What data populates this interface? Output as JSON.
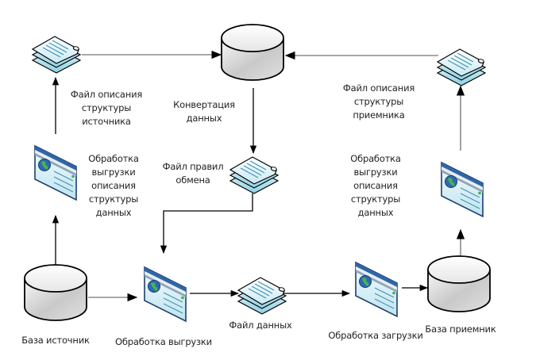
{
  "diagram": {
    "title": "Обмен данными между базами",
    "colors": {
      "line_dark": "#000000",
      "line_gray": "#8c8c8c",
      "doc_fill": "#dff2f8",
      "doc_layer": "#a9dcec",
      "window_frame": "#2f66a8",
      "cylinder_top": "#f2f2f2",
      "cylinder_side": "#bdbdbd"
    },
    "nodes": {
      "source_db": {
        "type": "database-icon",
        "label": [
          "База источник"
        ]
      },
      "conversion_db": {
        "type": "database-icon",
        "label": []
      },
      "target_db": {
        "type": "database-icon",
        "label": [
          "База приемник"
        ]
      },
      "source_structure_file": {
        "type": "document-stack-icon",
        "label": [
          "Файл описания",
          "структуры",
          "источника"
        ]
      },
      "target_structure_file": {
        "type": "document-stack-icon",
        "label": [
          "Файл описания",
          "структуры",
          "приемника"
        ]
      },
      "exchange_rules_file": {
        "type": "document-stack-icon",
        "label": [
          "Файл правил",
          "обмена"
        ]
      },
      "data_file": {
        "type": "document-stack-icon",
        "label": [
          "Файл данных"
        ]
      },
      "source_structure_export": {
        "type": "web-form-icon",
        "label": [
          "Обработка",
          "выгрузки",
          "описания",
          "структуры",
          "данных"
        ]
      },
      "target_structure_export": {
        "type": "web-form-icon",
        "label": [
          "Обработка",
          "выгрузки",
          "описания",
          "структуры",
          "данных"
        ]
      },
      "export_processing": {
        "type": "web-form-icon",
        "label": [
          "Обработка выгрузки"
        ]
      },
      "import_processing": {
        "type": "web-form-icon",
        "label": [
          "Обработка загрузки"
        ]
      }
    },
    "conversion_label": [
      "Конвертация",
      "данных"
    ],
    "edges": [
      {
        "from": "source_db",
        "to": "source_structure_export"
      },
      {
        "from": "source_structure_export",
        "to": "source_structure_file"
      },
      {
        "from": "source_structure_file",
        "to": "conversion_db"
      },
      {
        "from": "target_structure_file",
        "to": "conversion_db"
      },
      {
        "from": "target_structure_export",
        "to": "target_structure_file"
      },
      {
        "from": "target_db",
        "to": "target_structure_export"
      },
      {
        "from": "conversion_db",
        "to": "exchange_rules_file"
      },
      {
        "from": "exchange_rules_file",
        "to": "export_processing"
      },
      {
        "from": "source_db",
        "to": "export_processing"
      },
      {
        "from": "export_processing",
        "to": "data_file"
      },
      {
        "from": "data_file",
        "to": "import_processing"
      },
      {
        "from": "import_processing",
        "to": "target_db"
      }
    ]
  }
}
